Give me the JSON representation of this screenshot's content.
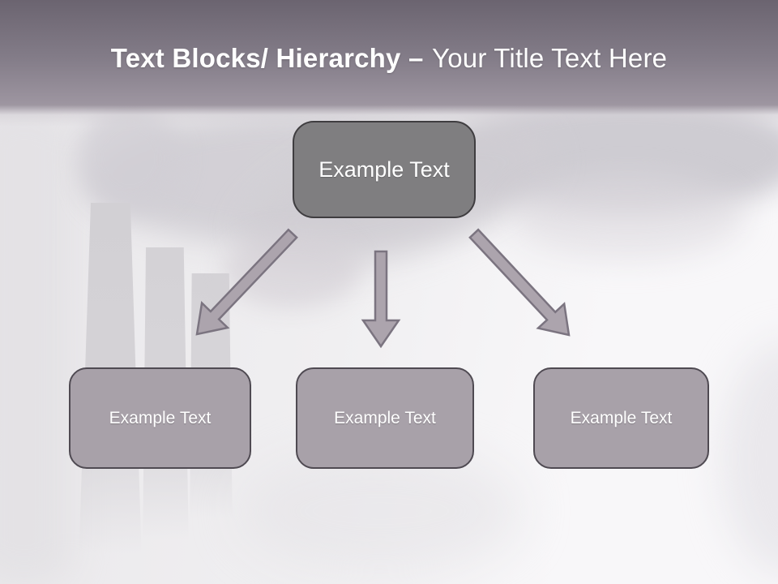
{
  "slide": {
    "title": {
      "bold": "Text Blocks/ Hierarchy –",
      "regular": "Your Title Text Here"
    },
    "diagram": {
      "root": {
        "label": "Example Text"
      },
      "children": [
        {
          "label": "Example Text"
        },
        {
          "label": "Example Text"
        },
        {
          "label": "Example Text"
        }
      ]
    },
    "background": {
      "image_alt": "smokestacks-emitting-smoke"
    },
    "colors": {
      "header_gradient_top": "#6b6470",
      "header_gradient_bottom": "#9e96a1",
      "title_text": "#ffffff",
      "root_box_fill": "#7f7e80",
      "root_box_border": "#3f3d40",
      "child_box_fill": "#a8a1a9",
      "child_box_border": "#4f4a52",
      "arrow_fill": "#aca4ad",
      "arrow_stroke": "#7b7480",
      "box_text": "#ffffff"
    }
  }
}
